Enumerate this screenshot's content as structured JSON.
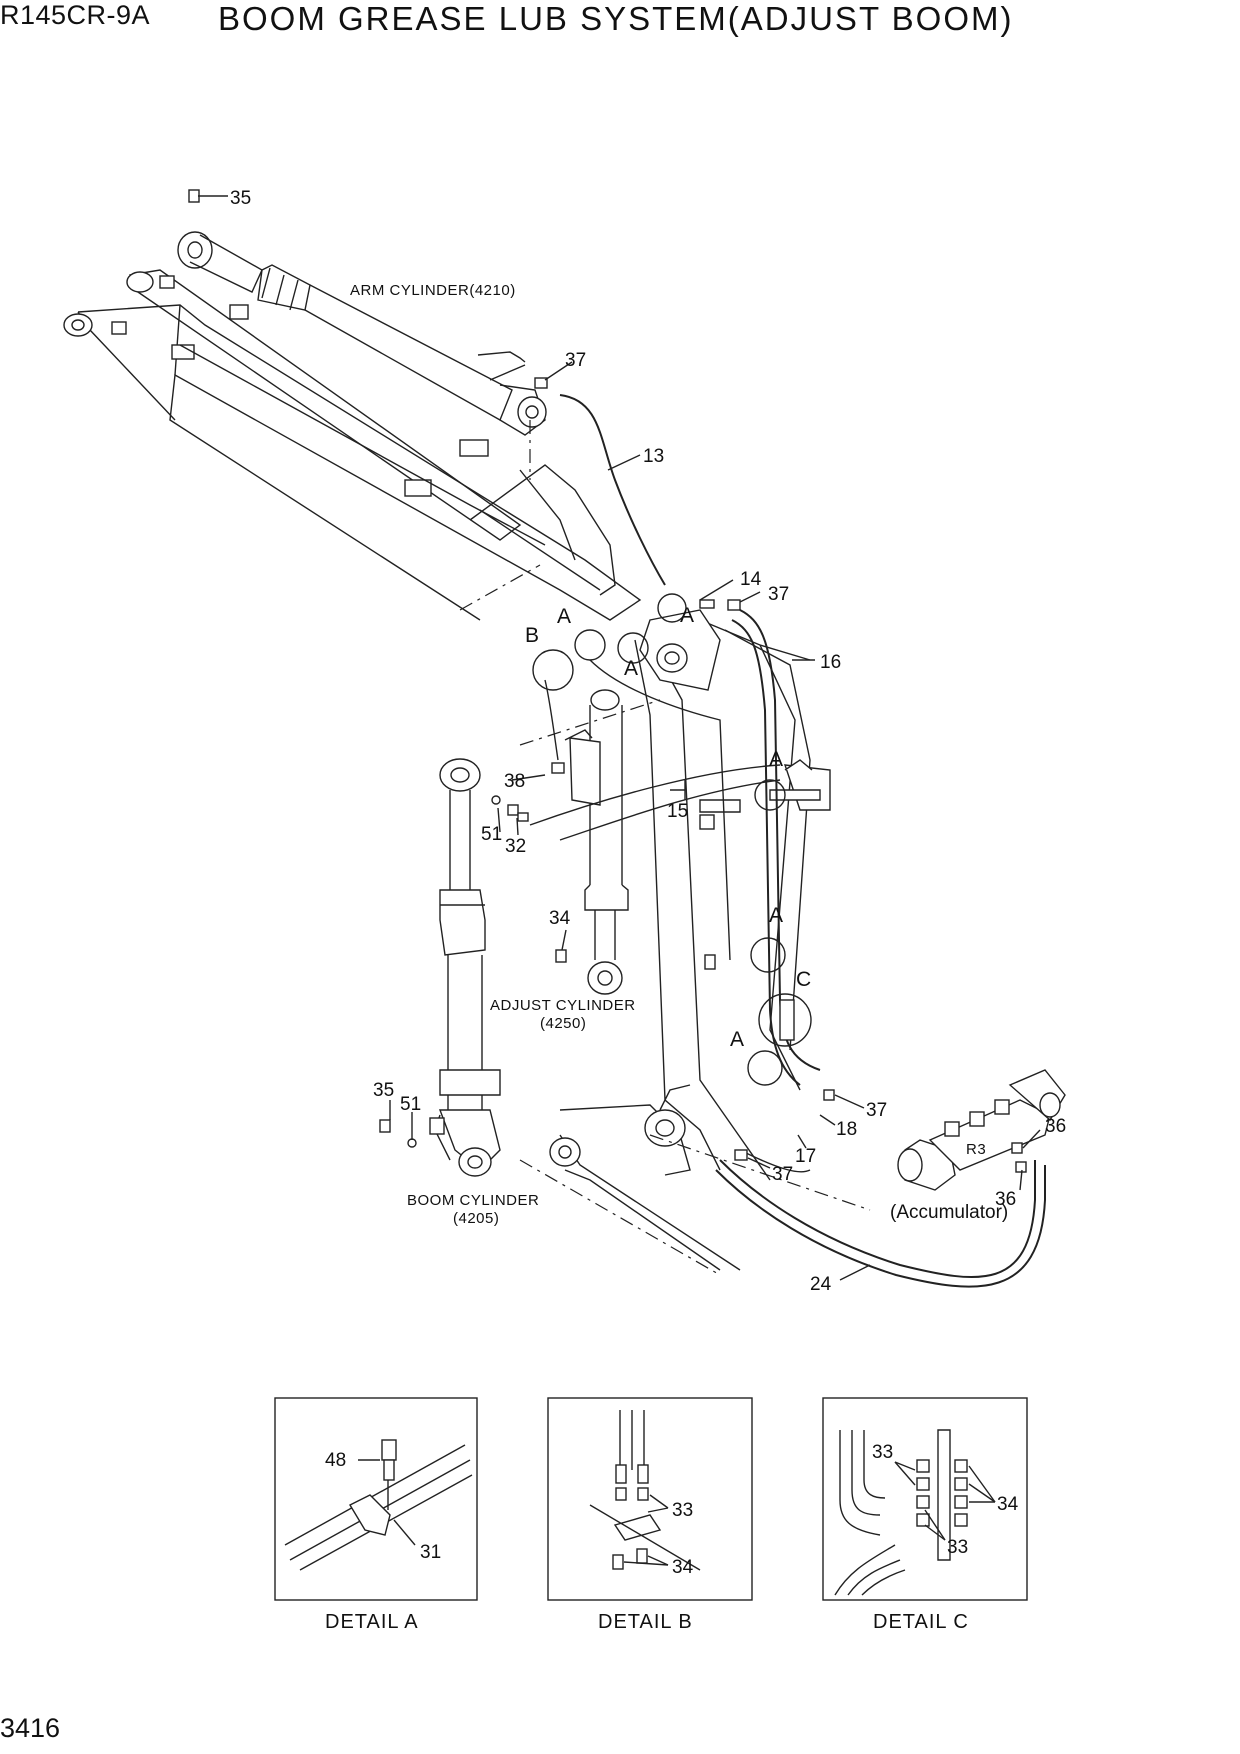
{
  "header": {
    "model": "R145CR-9A",
    "title": "BOOM GREASE LUB SYSTEM(ADJUST BOOM)"
  },
  "footer": {
    "page_number": "3416"
  },
  "components": {
    "arm_cylinder": "ARM CYLINDER(4210)",
    "adjust_cylinder": "ADJUST CYLINDER",
    "adjust_cylinder_code": "(4250)",
    "boom_cylinder": "BOOM CYLINDER",
    "boom_cylinder_code": "(4205)",
    "accumulator": "(Accumulator)",
    "r3": "R3"
  },
  "callouts": {
    "c35_top": "35",
    "c37_top": "37",
    "c13": "13",
    "c14": "14",
    "c37_mid": "37",
    "c16": "16",
    "c38": "38",
    "c15": "15",
    "c51_a": "51",
    "c32": "32",
    "c34": "34",
    "c35_low": "35",
    "c51_b": "51",
    "c37_right": "37",
    "c18": "18",
    "c17": "17",
    "c37_low": "37",
    "c36_a": "36",
    "c36_b": "36",
    "c24": "24"
  },
  "detail_markers": {
    "a1": "A",
    "a2": "A",
    "a3": "A",
    "a4": "A",
    "a5": "A",
    "a6": "A",
    "b": "B",
    "c": "C"
  },
  "details": {
    "a": {
      "caption": "DETAIL  A",
      "c48": "48",
      "c31": "31"
    },
    "b": {
      "caption": "DETAIL  B",
      "c33": "33",
      "c34": "34"
    },
    "c": {
      "caption": "DETAIL  C",
      "c33_a": "33",
      "c33_b": "33",
      "c34": "34"
    }
  }
}
